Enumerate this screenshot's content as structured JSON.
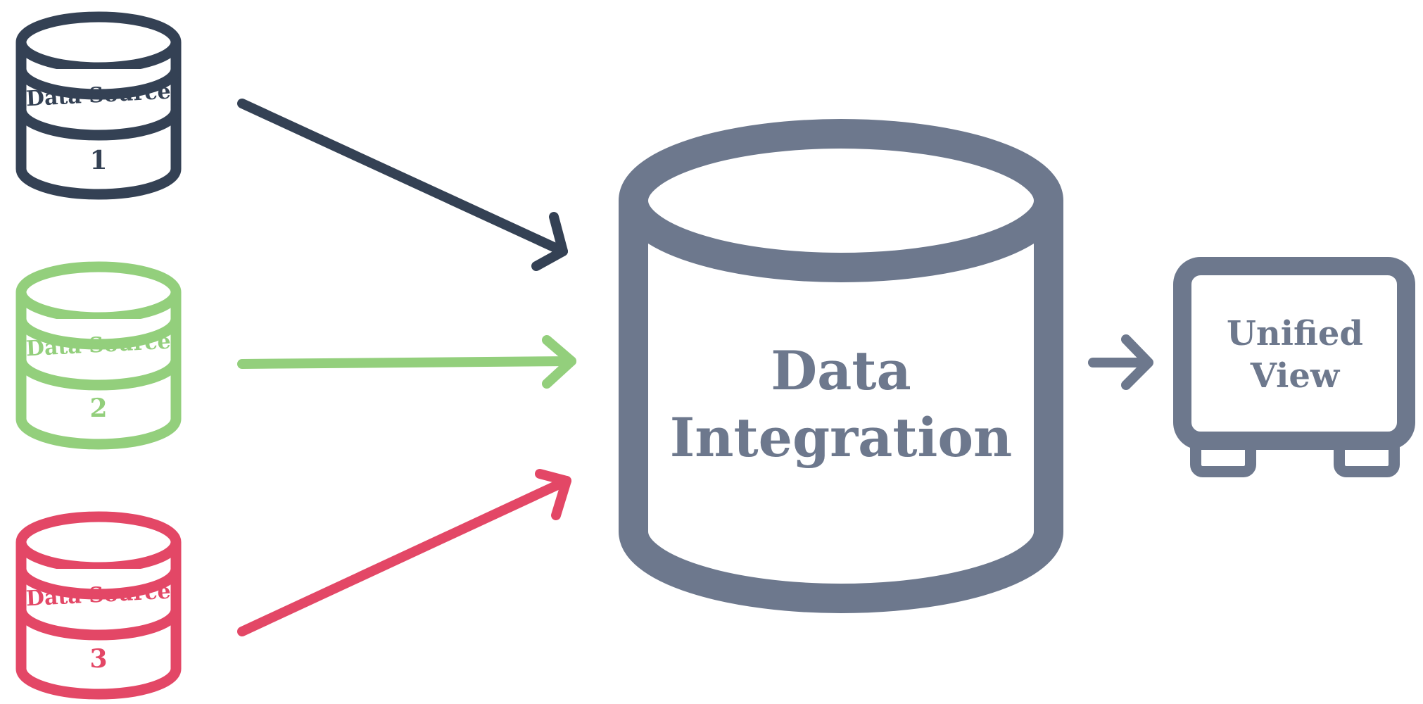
{
  "diagram": {
    "sources": [
      {
        "label": "Data Source",
        "number": "1",
        "color": "#344154"
      },
      {
        "label": "Data Source",
        "number": "2",
        "color": "#93cf7c"
      },
      {
        "label": "Data Source",
        "number": "3",
        "color": "#e34766"
      }
    ],
    "integration": {
      "line1": "Data",
      "line2": "Integration",
      "color": "#6d788d"
    },
    "output": {
      "line1": "Unified",
      "line2": "View",
      "color": "#6d788d"
    }
  }
}
